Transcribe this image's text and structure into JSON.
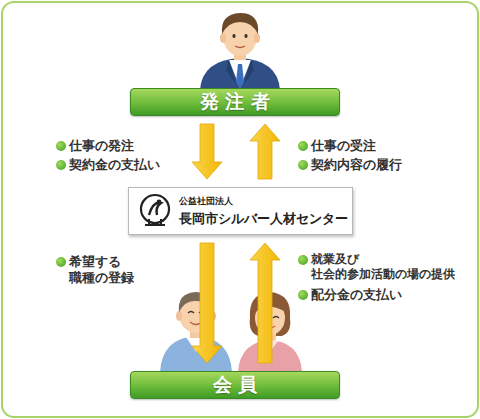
{
  "diagram": {
    "nodes": [
      {
        "text": [
          "発 注 者"
        ]
      },
      {
        "text": [
          "公益社団法人",
          "長岡市シルバー人材センター"
        ]
      },
      {
        "text": [
          "会 員"
        ]
      }
    ],
    "edges": [
      {
        "from": 0,
        "to": 1,
        "arrow": "to"
      },
      {
        "from": 1,
        "to": 0,
        "arrow": "to"
      },
      {
        "from": 1,
        "to": 2,
        "arrow": "to"
      },
      {
        "from": 2,
        "to": 1,
        "arrow": "to"
      }
    ],
    "labels": [
      "仕事の発注",
      "仕事の受注",
      "契約金の支払い",
      "契約内容の履行",
      "希望する 職種の登録",
      "就業及び 社会的参加活動の場の提供",
      "配分金の支払い"
    ]
  }
}
